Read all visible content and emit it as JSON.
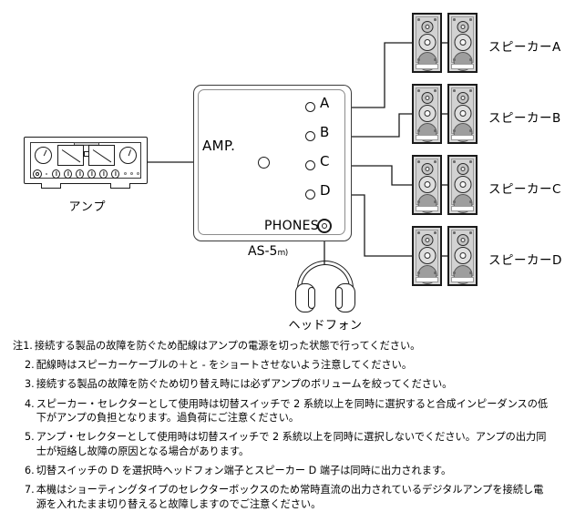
{
  "diagram": {
    "amplifier": {
      "label": "アンプ",
      "name": "amplifier-illustration"
    },
    "selector_box": {
      "model": "AS-5",
      "model_suffix": "m)",
      "amp_port_label": "AMP.",
      "phones_label": "PHONES",
      "terminals": [
        {
          "id": "A",
          "label": "A"
        },
        {
          "id": "B",
          "label": "B"
        },
        {
          "id": "C",
          "label": "C"
        },
        {
          "id": "D",
          "label": "D"
        }
      ],
      "selected_terminal": "A"
    },
    "headphones": {
      "label": "ヘッドフォン"
    },
    "speakers": [
      {
        "id": "A",
        "label": "スピーカーA"
      },
      {
        "id": "B",
        "label": "スピーカーB"
      },
      {
        "id": "C",
        "label": "スピーカーC"
      },
      {
        "id": "D",
        "label": "スピーカーD"
      }
    ]
  },
  "notes": {
    "prefix": "注",
    "items": [
      {
        "num": "注1.",
        "text": "接続する製品の故障を防ぐため配線はアンプの電源を切った状態で行ってください。"
      },
      {
        "num": "2.",
        "text": "配線時はスピーカーケーブルの＋と - をショートさせないよう注意してください。"
      },
      {
        "num": "3.",
        "text": "接続する製品の故障を防ぐため切り替え時には必ずアンプのボリュームを絞ってください。"
      },
      {
        "num": "4.",
        "text": "スピーカー・セレクターとして使用時は切替スイッチで 2 系統以上を同時に選択すると合成インピーダンスの低下がアンプの負担となります。過負荷にご注意ください。"
      },
      {
        "num": "5.",
        "text": "アンプ・セレクターとして使用時は切替スイッチで 2 系統以上を同時に選択しないでください。アンプの出力同士が短絡し故障の原因となる場合があります。"
      },
      {
        "num": "6.",
        "text": "切替スイッチの D を選択時ヘッドフォン端子とスピーカー D 端子は同時に出力されます。"
      },
      {
        "num": "7.",
        "text": "本機はショーティングタイプのセレクターボックスのため常時直流の出力されているデジタルアンプを接続し電源を入れたまま切り替えると故障しますのでご注意ください。"
      }
    ]
  },
  "colors": {
    "line": "#1b1b1b",
    "box_border": "#3a3a3a",
    "speaker_body": "#d8d8d8",
    "woofer": "#9e9e9e",
    "shadow": "#b8b8b8"
  }
}
